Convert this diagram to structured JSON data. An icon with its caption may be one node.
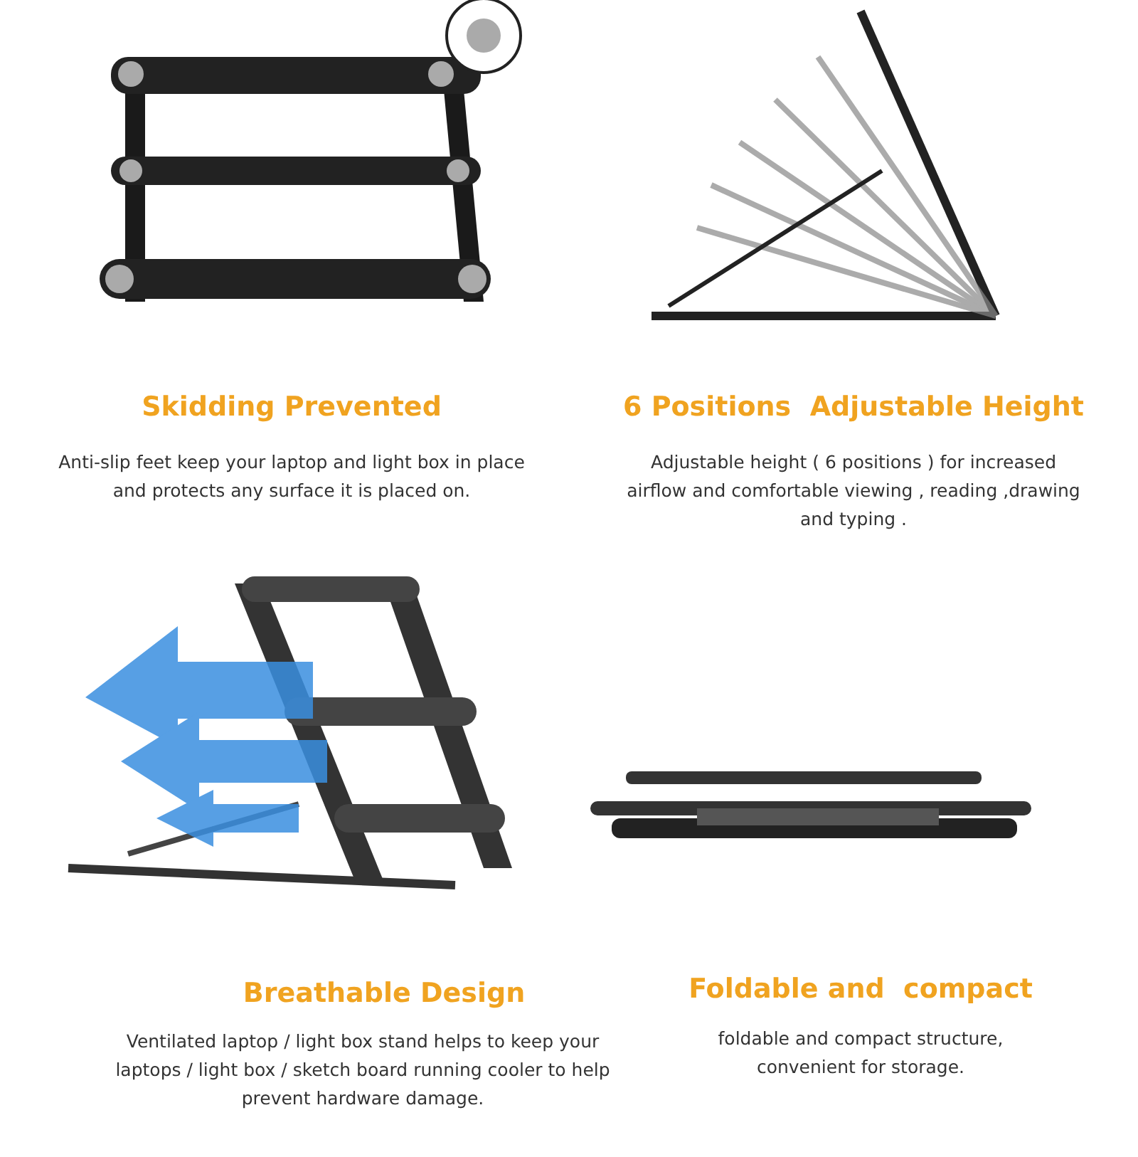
{
  "diagram": {
    "labels": [
      "Skidding Prevented",
      "Anti-slip feet keep your laptop and light box in place and protects any surface it is placed on.",
      "6 Positions  Adjustable Height",
      "Adjustable height ( 6 positions ) for increased airflow and comfortable viewing , reading ,drawing and typing .",
      "Breathable Design",
      "Ventilated laptop / light box stand helps to keep your laptops / light box / sketch board running cooler to help prevent hardware damage.",
      "Foldable and  compact",
      "foldable and compact structure, convenient for storage."
    ]
  }
}
